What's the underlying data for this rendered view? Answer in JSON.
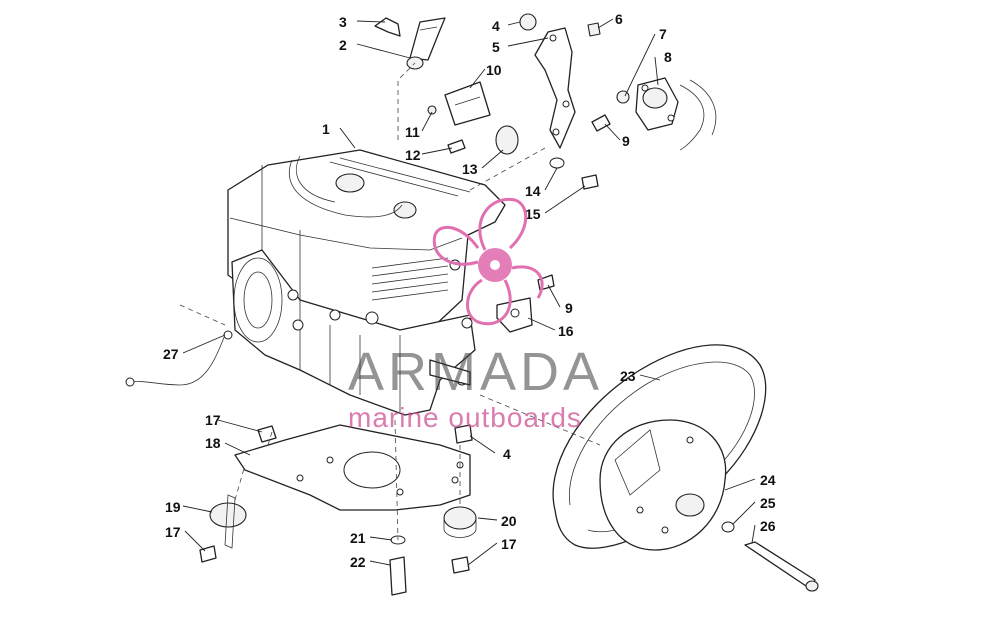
{
  "callouts": [
    {
      "id": "1",
      "label": "1"
    },
    {
      "id": "2",
      "label": "2"
    },
    {
      "id": "3",
      "label": "3"
    },
    {
      "id": "4a",
      "label": "4"
    },
    {
      "id": "4b",
      "label": "4"
    },
    {
      "id": "5",
      "label": "5"
    },
    {
      "id": "6",
      "label": "6"
    },
    {
      "id": "7",
      "label": "7"
    },
    {
      "id": "8",
      "label": "8"
    },
    {
      "id": "9a",
      "label": "9"
    },
    {
      "id": "9b",
      "label": "9"
    },
    {
      "id": "10",
      "label": "10"
    },
    {
      "id": "11",
      "label": "11"
    },
    {
      "id": "12",
      "label": "12"
    },
    {
      "id": "13",
      "label": "13"
    },
    {
      "id": "14",
      "label": "14"
    },
    {
      "id": "15",
      "label": "15"
    },
    {
      "id": "16",
      "label": "16"
    },
    {
      "id": "17a",
      "label": "17"
    },
    {
      "id": "17b",
      "label": "17"
    },
    {
      "id": "17c",
      "label": "17"
    },
    {
      "id": "18",
      "label": "18"
    },
    {
      "id": "19",
      "label": "19"
    },
    {
      "id": "20",
      "label": "20"
    },
    {
      "id": "21",
      "label": "21"
    },
    {
      "id": "22",
      "label": "22"
    },
    {
      "id": "23",
      "label": "23"
    },
    {
      "id": "24",
      "label": "24"
    },
    {
      "id": "25",
      "label": "25"
    },
    {
      "id": "26",
      "label": "26"
    },
    {
      "id": "27",
      "label": "27"
    }
  ],
  "watermark": {
    "title": "ARMADA",
    "subtitle": "marine outboards",
    "logo_color": "#e070b0"
  }
}
